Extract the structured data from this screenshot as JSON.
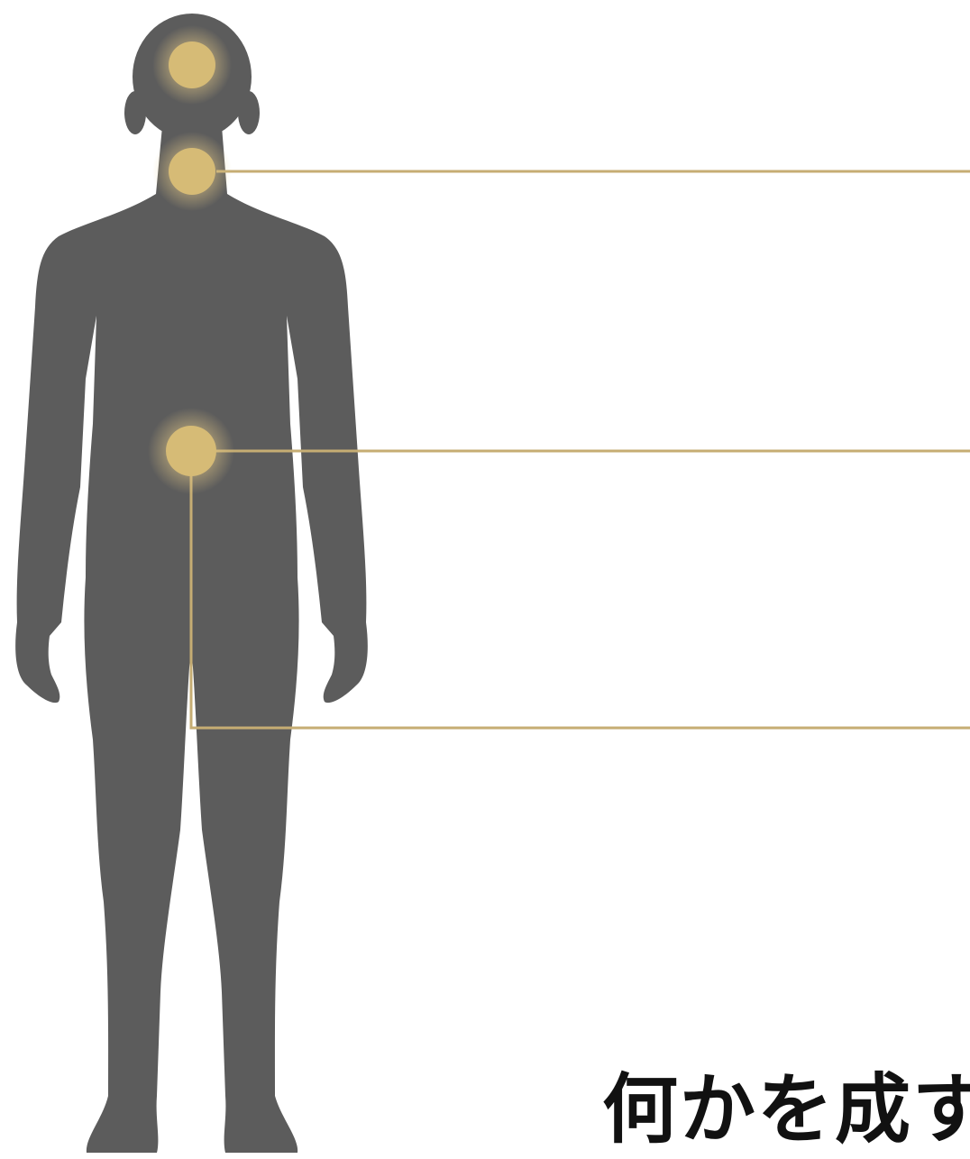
{
  "caption": "何かを成す",
  "colors": {
    "background": "#ffffff",
    "silhouette": "#5c5c5c",
    "accent": "#d6bb76",
    "connector": "#c6ad73",
    "text": "#111111"
  },
  "icons": {
    "figure": "human-body-silhouette-icon",
    "points": [
      "head-point",
      "throat-point",
      "lower-abdomen-point"
    ]
  }
}
